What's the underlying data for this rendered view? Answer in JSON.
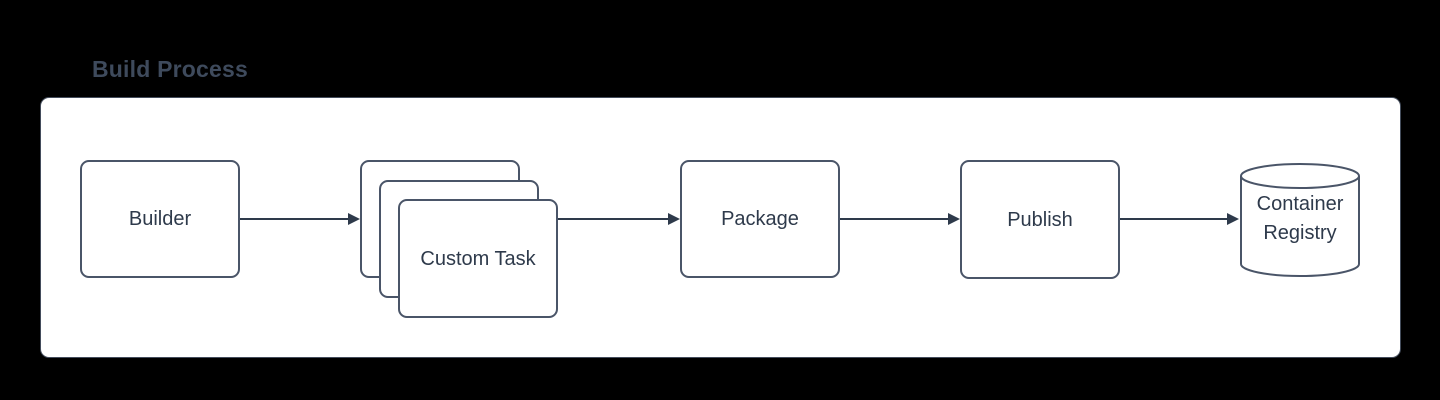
{
  "title": "Build Process",
  "diagram": {
    "nodes": {
      "builder": {
        "label": "Builder"
      },
      "custom_task": {
        "label": "Custom Task"
      },
      "package": {
        "label": "Package"
      },
      "publish": {
        "label": "Publish"
      },
      "container_registry": {
        "label": "Container Registry"
      }
    },
    "edges": [
      {
        "from": "builder",
        "to": "custom_task"
      },
      {
        "from": "custom_task",
        "to": "package"
      },
      {
        "from": "package",
        "to": "publish"
      },
      {
        "from": "publish",
        "to": "container_registry"
      }
    ],
    "colors": {
      "canvas_bg": "#000000",
      "panel_bg": "#ffffff",
      "node_border": "#4a5568",
      "node_text": "#2e3a4b",
      "title_text": "#3e4a5c",
      "arrow": "#2e3a4b"
    }
  }
}
